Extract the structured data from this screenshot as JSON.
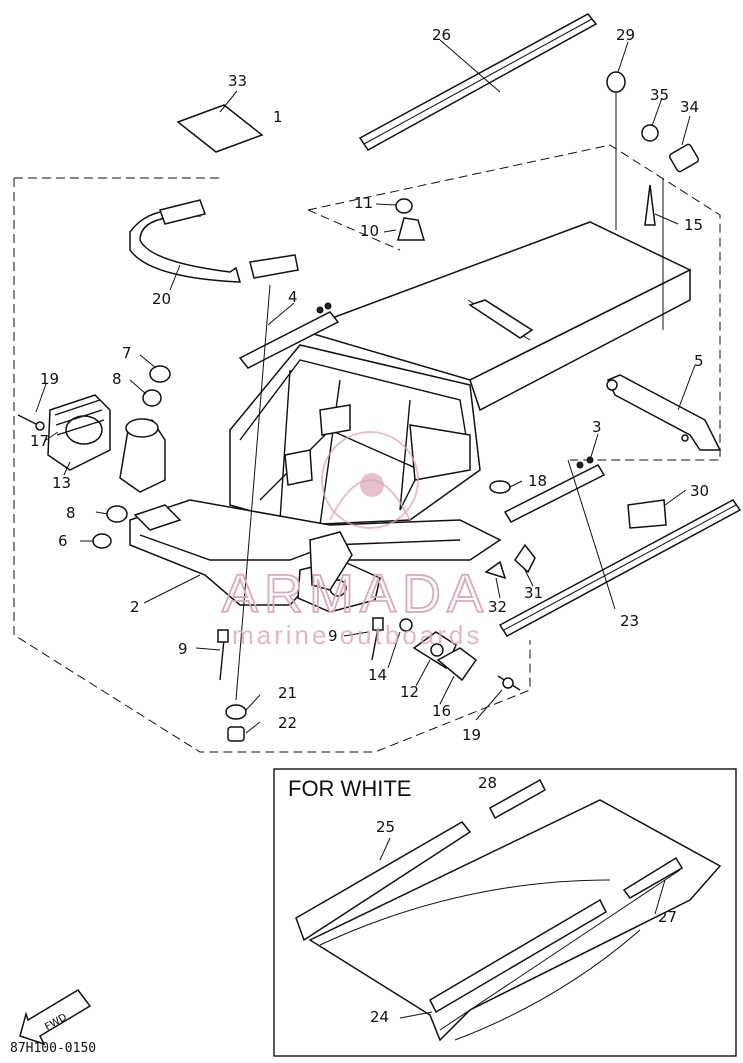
{
  "diagram": {
    "callouts": [
      "1",
      "2",
      "3",
      "4",
      "5",
      "6",
      "7",
      "8",
      "8",
      "9",
      "9",
      "10",
      "11",
      "12",
      "13",
      "14",
      "15",
      "16",
      "17",
      "18",
      "19",
      "19",
      "20",
      "21",
      "22",
      "23",
      "24",
      "25",
      "26",
      "27",
      "28",
      "29",
      "30",
      "31",
      "32",
      "33",
      "34",
      "35"
    ],
    "inset_title": "FOR WHITE",
    "drawing_code": "87H100-0150",
    "direction_marker": "FWD"
  },
  "watermark": {
    "brand": "ARMADA",
    "tagline": "marine outboards",
    "color": "#d9a6b6"
  }
}
